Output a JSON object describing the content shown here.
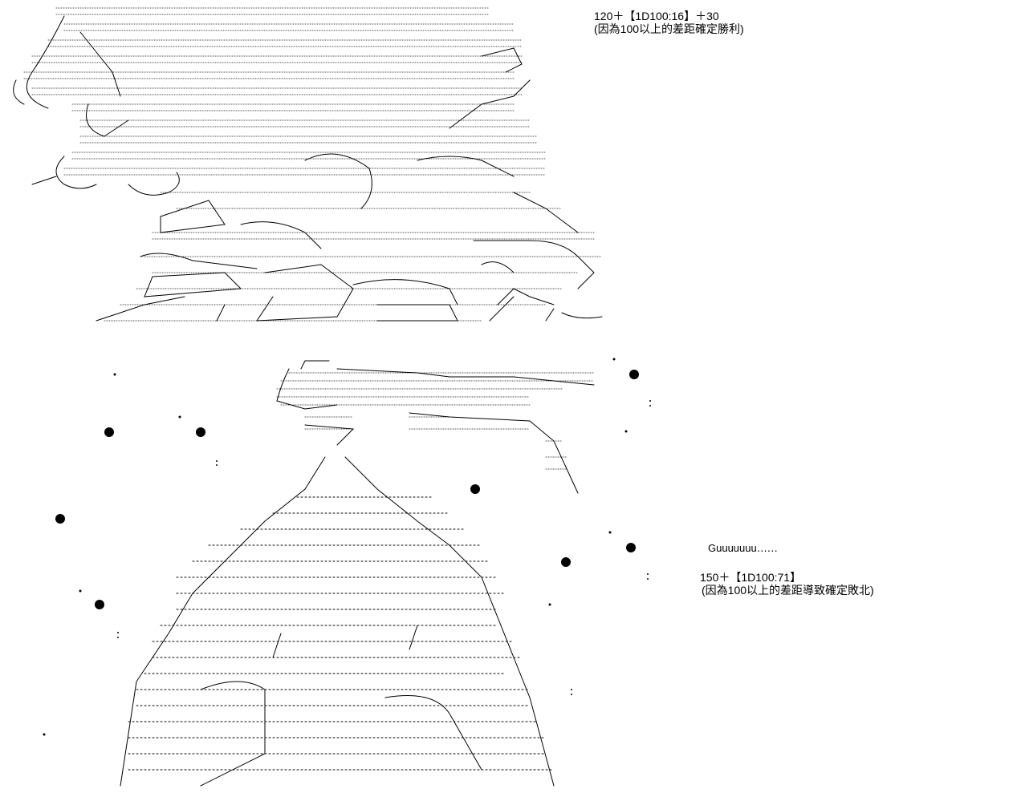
{
  "art_top": {
    "icon": "ascii-art-dragon-crash-icon"
  },
  "art_bottom": {
    "icon": "ascii-art-robed-figure-icon"
  },
  "caption_top": {
    "roll": "120＋【1D100:16】＋30",
    "note": "(因為100以上的差距確定勝利)"
  },
  "sound_effect": {
    "text": "Guuuuuuu‥‥‥"
  },
  "caption_bottom": {
    "roll": "150＋【1D100:71】",
    "note": "(因為100以上的差距導致確定敗北)"
  },
  "colors": {
    "ink": "#000000",
    "paper": "#ffffff"
  }
}
